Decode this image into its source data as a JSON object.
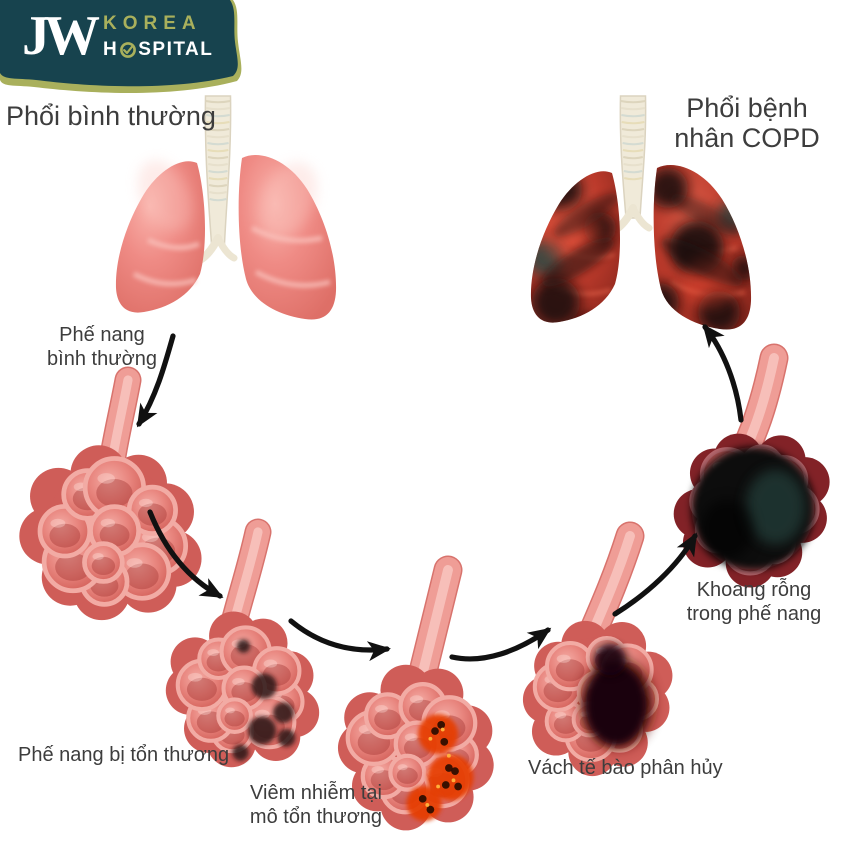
{
  "logo": {
    "monogram": "JW",
    "line1": "KOREA",
    "line2_pre": "H",
    "line2_post": "SPITAL"
  },
  "labels": {
    "normal_lungs": "Phổi bình thường",
    "copd_lungs": "Phổi bệnh\nnhân COPD",
    "stage_normal": "Phế nang\nbình thường",
    "stage_damaged": "Phế nang bị tổn thương",
    "stage_inflamed": "Viêm nhiễm tại\nmô tổn thương",
    "stage_decomposed": "Vách tế bào phân hủy",
    "stage_cavity": "Khoang rỗng\ntrong phế nang"
  },
  "theme": {
    "logo_bg": "#17434e",
    "logo_accent": "#a9b05c",
    "text_color": "#3d3d3d",
    "healthy_pink": "#ef8b85",
    "diseased_red": "#bb3a2b",
    "dark_lesion": "#190e0f",
    "teal_lesion": "#214b47",
    "inflamed_orange": "#e63d04",
    "arrow_color": "#111111"
  }
}
